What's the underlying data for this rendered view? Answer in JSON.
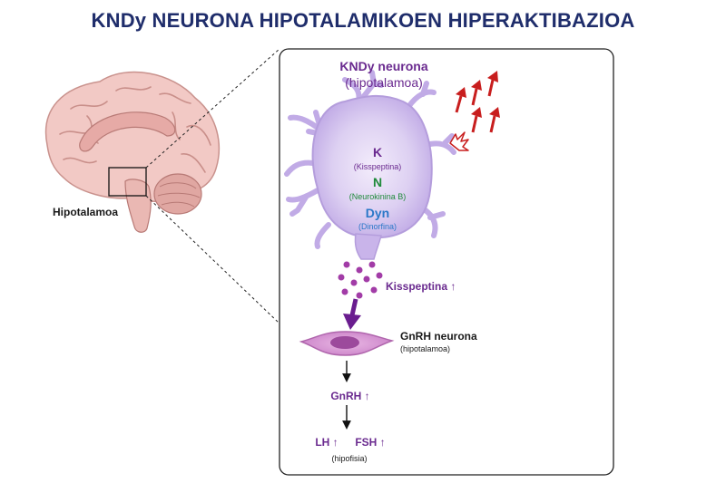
{
  "title": "KNDy NEURONA HIPOTALAMIKOEN HIPERAKTIBAZIOA",
  "brain_label": "Hipotalamoa",
  "kndy": {
    "name": "KNDy neurona",
    "location": "(hipotalamoa)",
    "k_letter": "K",
    "k_name": "(Kisspeptina)",
    "n_letter": "N",
    "n_name": "(Neurokinina B)",
    "dyn_letter": "Dyn",
    "dyn_name": "(Dinorfina)"
  },
  "kisspeptina_label": "Kisspeptina ↑",
  "gnrh_neuron": {
    "name": "GnRH neurona",
    "location": "(hipotalamoa)"
  },
  "gnrh_label": "GnRH ↑",
  "lh_label": "LH ↑",
  "fsh_label": "FSH ↑",
  "hipofisia_label": "(hipofisia)",
  "colors": {
    "title": "#1f2d6b",
    "purple": "#6a2a8f",
    "green": "#1f8a3a",
    "blue": "#2a78c8",
    "red": "#c81e1e"
  }
}
